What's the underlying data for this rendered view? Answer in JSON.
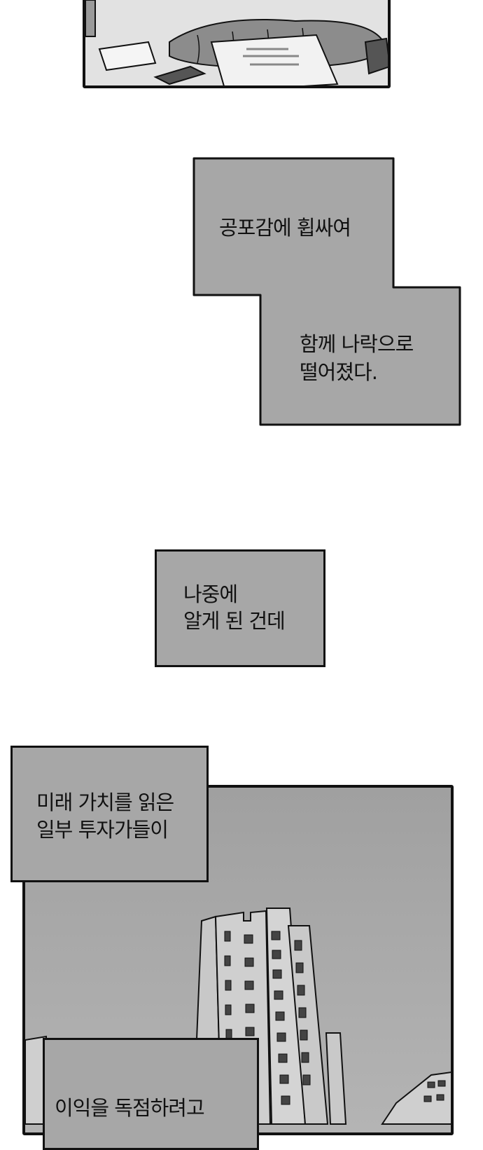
{
  "panels": {
    "top_panel": {
      "description_icon": "illustration-newspapers"
    },
    "building_panel": {
      "description_icon": "illustration-apartments"
    }
  },
  "captions": [
    {
      "lines": [
        "공포감에 휩싸여"
      ]
    },
    {
      "lines": [
        "함께 나락으로",
        "떨어졌다."
      ]
    },
    {
      "lines": [
        "나중에",
        "알게 된 건데"
      ]
    },
    {
      "lines": [
        "미래 가치를 읽은",
        "일부 투자가들이"
      ]
    },
    {
      "lines": [
        "이익을 독점하려고"
      ]
    }
  ],
  "colors": {
    "caption_fill": "#a7a7a7",
    "border": "#111111"
  }
}
